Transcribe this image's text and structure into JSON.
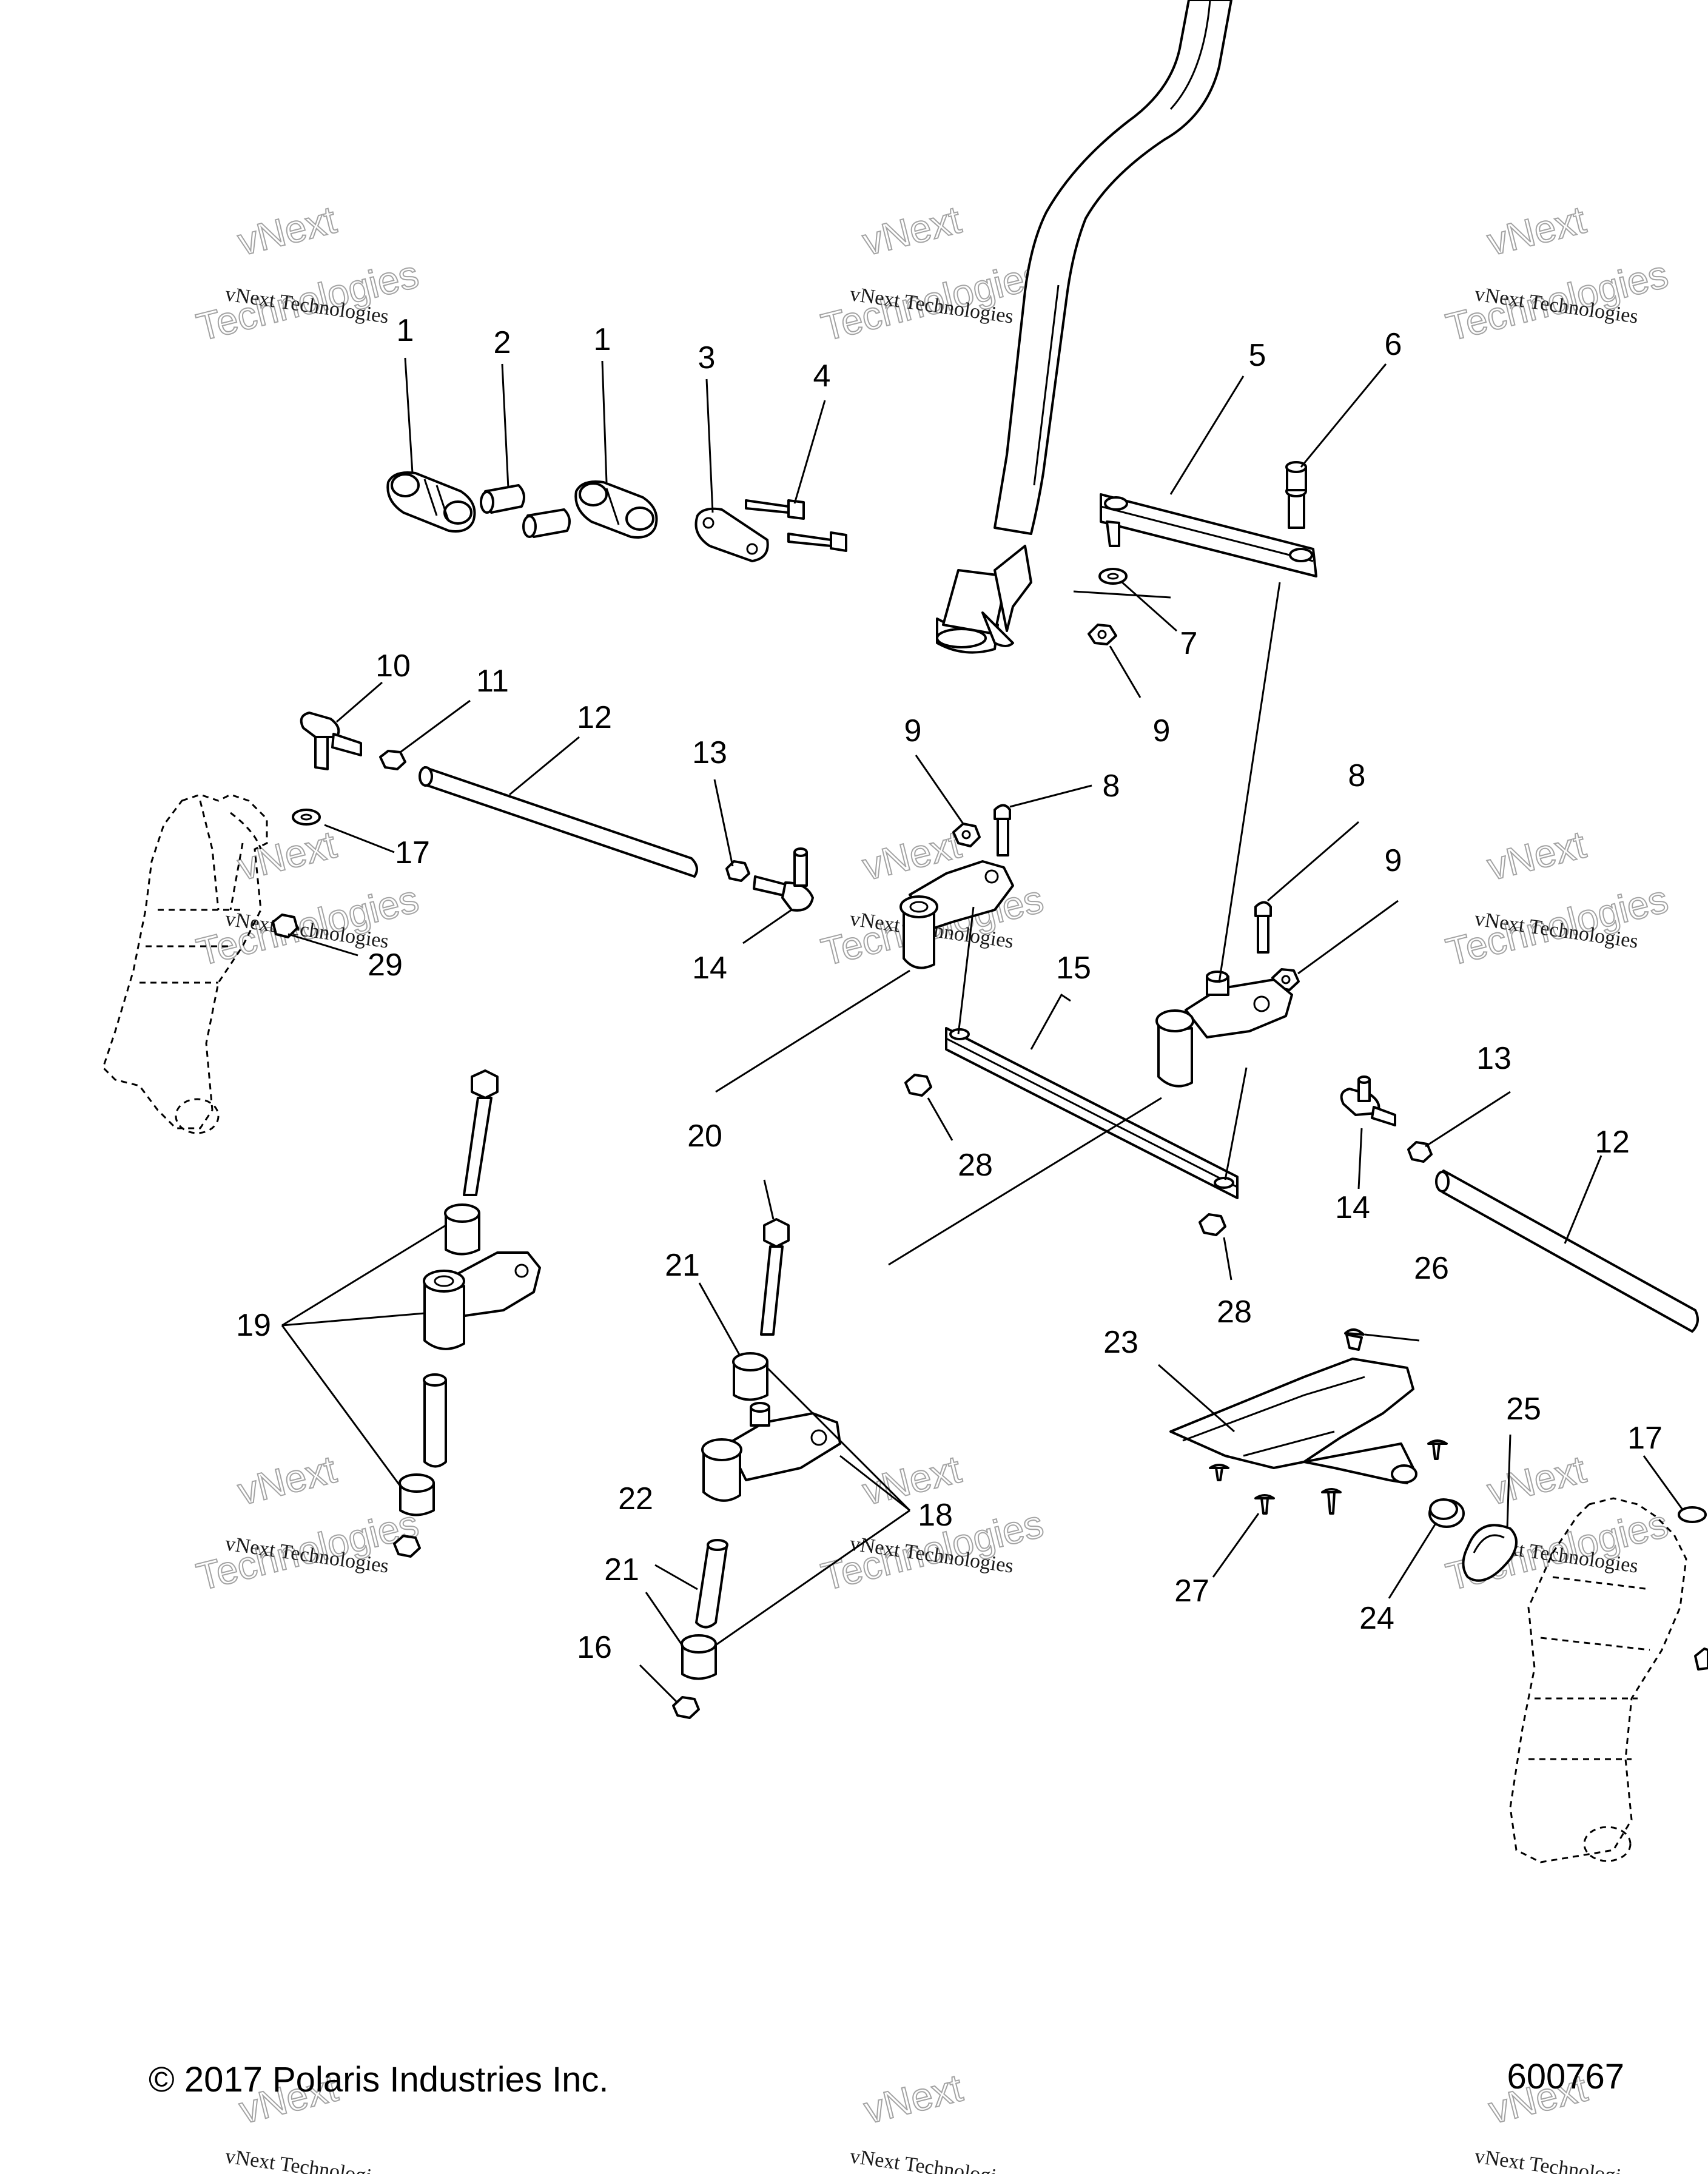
{
  "footer": {
    "copyright": "© 2017 Polaris Industries Inc.",
    "diagram_id": "600767"
  },
  "watermark": {
    "line1": "vNext Technologies",
    "line2": "vNext",
    "line3": "Technologies"
  },
  "callouts": {
    "c1a": "1",
    "c2": "2",
    "c1b": "1",
    "c3": "3",
    "c4": "4",
    "c5": "5",
    "c6": "6",
    "c7": "7",
    "c9a": "9",
    "c10": "10",
    "c11": "11",
    "c12a": "12",
    "c13a": "13",
    "c17a": "17",
    "c29": "29",
    "c14a": "14",
    "c9b": "9",
    "c8a": "8",
    "c8b": "8",
    "c9c": "9",
    "c15": "15",
    "c28a": "28",
    "c13b": "13",
    "c14b": "14",
    "c12b": "12",
    "c20": "20",
    "c28b": "28",
    "c19": "19",
    "c21a": "21",
    "c26": "26",
    "c23": "23",
    "c25": "25",
    "c17b": "17",
    "c22": "22",
    "c18": "18",
    "c21b": "21",
    "c16": "16",
    "c27": "27",
    "c24": "24"
  }
}
